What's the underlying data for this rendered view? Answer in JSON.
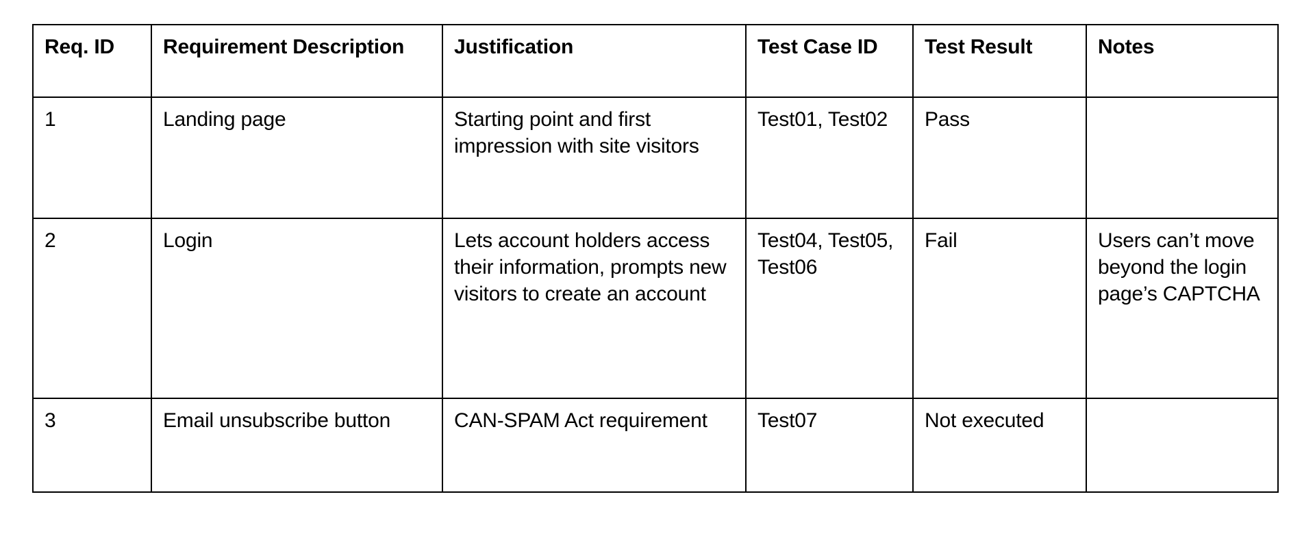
{
  "document": {
    "type": "requirements-traceability-table",
    "background_color": "#ffffff",
    "text_color": "#000000",
    "border_color": "#000000"
  },
  "table": {
    "columns": [
      {
        "key": "req_id",
        "label": "Req. ID"
      },
      {
        "key": "desc",
        "label": "Requirement Description"
      },
      {
        "key": "just",
        "label": "Justification"
      },
      {
        "key": "test_case",
        "label": "Test Case ID"
      },
      {
        "key": "test_res",
        "label": "Test Result"
      },
      {
        "key": "notes",
        "label": "Notes"
      }
    ],
    "rows": [
      {
        "req_id": "1",
        "desc": "Landing page",
        "just": "Starting point and first impression with site visitors",
        "test_case": "Test01, Test02",
        "test_res": "Pass",
        "notes": ""
      },
      {
        "req_id": "2",
        "desc": "Login",
        "just": "Lets account holders access their information, prompts new visitors to create an account",
        "test_case": "Test04, Test05, Test06",
        "test_res": "Fail",
        "notes": "Users can’t move beyond the login page’s CAPTCHA"
      },
      {
        "req_id": "3",
        "desc": "Email unsubscribe button",
        "just": "CAN-SPAM Act requirement",
        "test_case": "Test07",
        "test_res": "Not executed",
        "notes": ""
      }
    ]
  }
}
